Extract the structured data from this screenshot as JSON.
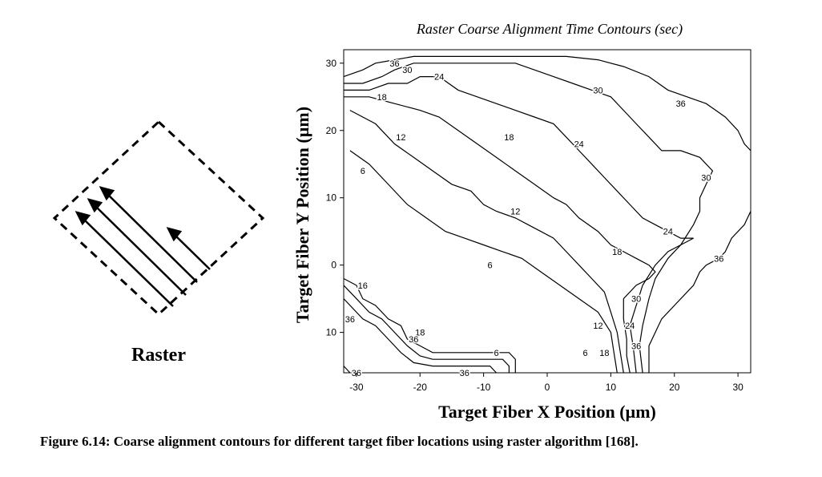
{
  "raster_diagram": {
    "label": "Raster"
  },
  "caption": "Figure 6.14: Coarse alignment contours for different target fiber locations using raster algorithm [168].",
  "chart_data": {
    "type": "contour",
    "title": "Raster Coarse Alignment Time Contours (sec)",
    "xlabel": "Target Fiber X Position (µm)",
    "ylabel": "Target Fiber Y Position (µm)",
    "xlim": [
      -32,
      32
    ],
    "ylim": [
      -16,
      32
    ],
    "x_ticks": [
      -30,
      -20,
      -10,
      0,
      10,
      20,
      30
    ],
    "y_ticks": [
      {
        "value": 30,
        "label": "30"
      },
      {
        "value": 20,
        "label": "20"
      },
      {
        "value": 10,
        "label": "10"
      },
      {
        "value": 0,
        "label": "0"
      },
      {
        "value": -10,
        "label": "10"
      }
    ],
    "grid": false,
    "contour_levels": [
      6,
      12,
      18,
      24,
      30,
      36
    ],
    "contours": [
      {
        "level": 6,
        "points": [
          [
            -31,
            17
          ],
          [
            -28,
            15
          ],
          [
            -25,
            12
          ],
          [
            -22,
            9
          ],
          [
            -19,
            7
          ],
          [
            -16,
            5
          ],
          [
            -13,
            4
          ],
          [
            -10,
            3
          ],
          [
            -7,
            2
          ],
          [
            -4,
            1
          ],
          [
            -1,
            -1
          ],
          [
            2,
            -3
          ],
          [
            5,
            -5
          ],
          [
            8,
            -7
          ],
          [
            10,
            -10
          ],
          [
            10.5,
            -13
          ],
          [
            11,
            -16
          ]
        ]
      },
      {
        "level": 12,
        "points": [
          [
            -31,
            23
          ],
          [
            -27,
            21
          ],
          [
            -24,
            18
          ],
          [
            -21,
            16
          ],
          [
            -18,
            14
          ],
          [
            -15,
            12
          ],
          [
            -12,
            11
          ],
          [
            -10,
            9
          ],
          [
            -8,
            8
          ],
          [
            -5,
            7
          ],
          [
            -3,
            6
          ],
          [
            -1,
            5
          ],
          [
            1,
            4
          ],
          [
            3,
            2
          ],
          [
            5,
            0
          ],
          [
            7,
            -2
          ],
          [
            9,
            -4
          ],
          [
            10,
            -7
          ],
          [
            11,
            -10
          ],
          [
            11.5,
            -13
          ],
          [
            12,
            -16
          ]
        ]
      },
      {
        "level": 18,
        "points": [
          [
            -32,
            25
          ],
          [
            -28,
            25
          ],
          [
            -24,
            24
          ],
          [
            -20,
            23
          ],
          [
            -17,
            22
          ],
          [
            -14,
            20
          ],
          [
            -11,
            18
          ],
          [
            -8,
            16
          ],
          [
            -5,
            14
          ],
          [
            -2,
            12
          ],
          [
            1,
            10
          ],
          [
            3,
            9
          ],
          [
            5,
            7
          ],
          [
            8,
            5
          ],
          [
            10,
            3
          ],
          [
            12,
            2
          ],
          [
            14,
            1
          ],
          [
            16,
            0
          ],
          [
            17,
            -1
          ],
          [
            16,
            -2
          ],
          [
            14,
            -3
          ],
          [
            12,
            -5
          ],
          [
            12,
            -8
          ],
          [
            12.5,
            -11
          ],
          [
            12.5,
            -13.5
          ],
          [
            13,
            -16
          ]
        ]
      },
      {
        "level": 24,
        "points": [
          [
            -32,
            26
          ],
          [
            -28,
            26
          ],
          [
            -25,
            27
          ],
          [
            -22,
            27
          ],
          [
            -20,
            28
          ],
          [
            -17,
            28
          ],
          [
            -14,
            26
          ],
          [
            -11,
            25
          ],
          [
            -8,
            24
          ],
          [
            -5,
            23
          ],
          [
            -2,
            22
          ],
          [
            1,
            21
          ],
          [
            3,
            19
          ],
          [
            5,
            17
          ],
          [
            7,
            15
          ],
          [
            9,
            13
          ],
          [
            11,
            11
          ],
          [
            13,
            9
          ],
          [
            15,
            7
          ],
          [
            17,
            6
          ],
          [
            19,
            5
          ],
          [
            21,
            4
          ],
          [
            23,
            4
          ],
          [
            21,
            3
          ],
          [
            19,
            2
          ],
          [
            17,
            0
          ],
          [
            15,
            -3
          ],
          [
            14,
            -6
          ],
          [
            13,
            -9
          ],
          [
            13.5,
            -12
          ],
          [
            14,
            -16
          ]
        ]
      },
      {
        "level": 30,
        "points": [
          [
            -32,
            27
          ],
          [
            -29,
            27
          ],
          [
            -26,
            28
          ],
          [
            -24,
            29
          ],
          [
            -21,
            30
          ],
          [
            -18,
            30
          ],
          [
            -15,
            30
          ],
          [
            -12,
            30
          ],
          [
            -8,
            30
          ],
          [
            -5,
            30
          ],
          [
            -2,
            29
          ],
          [
            1,
            28
          ],
          [
            4,
            27
          ],
          [
            7,
            26
          ],
          [
            10,
            25
          ],
          [
            12,
            23
          ],
          [
            14,
            21
          ],
          [
            16,
            19
          ],
          [
            18,
            17
          ],
          [
            21,
            17
          ],
          [
            24,
            16
          ],
          [
            26,
            14
          ],
          [
            25,
            12
          ],
          [
            24,
            10
          ],
          [
            24,
            8
          ],
          [
            23,
            6
          ],
          [
            21,
            3
          ],
          [
            19,
            1
          ],
          [
            17,
            -2
          ],
          [
            16,
            -5
          ],
          [
            15,
            -9
          ],
          [
            14.5,
            -12
          ],
          [
            15,
            -16
          ]
        ]
      },
      {
        "level": 36,
        "points": [
          [
            -32,
            28
          ],
          [
            -29,
            29
          ],
          [
            -27,
            30
          ],
          [
            -24,
            30.5
          ],
          [
            -21,
            31
          ],
          [
            -15,
            31
          ],
          [
            -8,
            31
          ],
          [
            -2,
            31
          ],
          [
            3,
            31
          ],
          [
            8,
            30.5
          ],
          [
            12,
            29.5
          ],
          [
            16,
            28
          ],
          [
            19,
            26
          ],
          [
            22,
            25
          ],
          [
            25,
            24
          ],
          [
            28,
            22
          ],
          [
            30,
            20
          ],
          [
            31,
            18
          ],
          [
            32,
            17
          ]
        ]
      },
      {
        "level": 36,
        "points": [
          [
            32,
            8
          ],
          [
            31,
            6
          ],
          [
            29,
            4
          ],
          [
            28,
            2
          ],
          [
            27,
            1
          ],
          [
            25,
            0
          ],
          [
            24,
            -1
          ],
          [
            23,
            -3
          ],
          [
            22,
            -4
          ],
          [
            20,
            -6
          ],
          [
            18,
            -8
          ],
          [
            17,
            -10
          ],
          [
            16,
            -12
          ],
          [
            16,
            -16
          ]
        ]
      },
      {
        "level": 6,
        "points": [
          [
            -32,
            -2
          ],
          [
            -30,
            -3
          ],
          [
            -29,
            -5
          ],
          [
            -27,
            -6
          ],
          [
            -25,
            -8
          ],
          [
            -23,
            -9
          ],
          [
            -22,
            -11
          ],
          [
            -20,
            -12
          ],
          [
            -18,
            -13
          ],
          [
            -14,
            -13
          ],
          [
            -10,
            -13
          ],
          [
            -6,
            -13
          ],
          [
            -5,
            -14
          ],
          [
            -5,
            -16
          ]
        ]
      },
      {
        "level": 18,
        "points": [
          [
            -32,
            -3
          ],
          [
            -30,
            -5
          ],
          [
            -28,
            -7
          ],
          [
            -26,
            -8
          ],
          [
            -24,
            -10
          ],
          [
            -22,
            -12
          ],
          [
            -20,
            -13.5
          ],
          [
            -18,
            -14
          ],
          [
            -14,
            -14
          ],
          [
            -10,
            -14
          ],
          [
            -7,
            -14
          ],
          [
            -6,
            -15
          ],
          [
            -6,
            -16
          ]
        ]
      },
      {
        "level": 36,
        "points": [
          [
            -32,
            -5
          ],
          [
            -30,
            -7
          ],
          [
            -29,
            -8
          ],
          [
            -27,
            -9
          ],
          [
            -25,
            -11
          ],
          [
            -23,
            -13
          ],
          [
            -21,
            -14.5
          ],
          [
            -18,
            -15
          ],
          [
            -13,
            -15
          ],
          [
            -9,
            -15
          ],
          [
            -8,
            -16
          ]
        ]
      },
      {
        "level": 36,
        "points": [
          [
            -32,
            -15
          ],
          [
            -31,
            -16
          ]
        ]
      }
    ],
    "contour_labels": [
      {
        "text": "36",
        "x": -24,
        "y": 30
      },
      {
        "text": "30",
        "x": -22,
        "y": 29
      },
      {
        "text": "24",
        "x": -17,
        "y": 28
      },
      {
        "text": "18",
        "x": -26,
        "y": 25
      },
      {
        "text": "12",
        "x": -23,
        "y": 19
      },
      {
        "text": "6",
        "x": -29,
        "y": 14
      },
      {
        "text": "30",
        "x": 8,
        "y": 26
      },
      {
        "text": "36",
        "x": 21,
        "y": 24
      },
      {
        "text": "18",
        "x": -6,
        "y": 19
      },
      {
        "text": "24",
        "x": 5,
        "y": 18
      },
      {
        "text": "30",
        "x": 25,
        "y": 13
      },
      {
        "text": "12",
        "x": -5,
        "y": 8
      },
      {
        "text": "24",
        "x": 19,
        "y": 5
      },
      {
        "text": "18",
        "x": 11,
        "y": 2
      },
      {
        "text": "36",
        "x": 27,
        "y": 1
      },
      {
        "text": "6",
        "x": -9,
        "y": 0
      },
      {
        "text": "30",
        "x": 14,
        "y": -5
      },
      {
        "text": "12",
        "x": 8,
        "y": -9
      },
      {
        "text": "24",
        "x": 13,
        "y": -9
      },
      {
        "text": "36",
        "x": 14,
        "y": -12
      },
      {
        "text": "6",
        "x": 6,
        "y": -13
      },
      {
        "text": "18",
        "x": 9,
        "y": -13
      },
      {
        "text": "16",
        "x": -29,
        "y": -3
      },
      {
        "text": "36",
        "x": -31,
        "y": -8
      },
      {
        "text": "18",
        "x": -20,
        "y": -10
      },
      {
        "text": "36",
        "x": -21,
        "y": -11
      },
      {
        "text": "6",
        "x": -8,
        "y": -13
      },
      {
        "text": "36",
        "x": -13,
        "y": -16
      },
      {
        "text": "36",
        "x": -30,
        "y": -16
      }
    ]
  }
}
